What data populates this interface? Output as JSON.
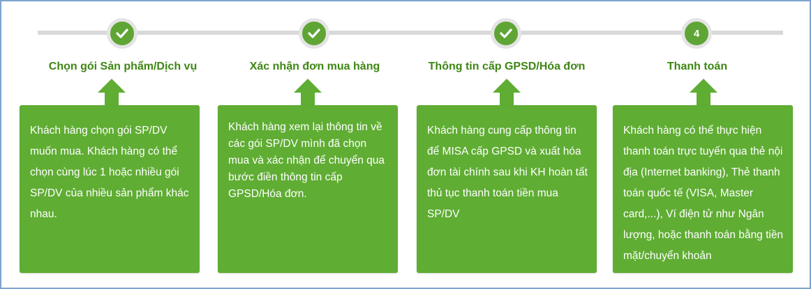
{
  "colors": {
    "accent": "#5fad33",
    "title_green": "#3e8614",
    "track": "#d9d9d9",
    "frame_border": "#7ea3cf"
  },
  "steps": [
    {
      "indicator": "check-icon",
      "title": "Chọn gói Sản phẩm/Dịch vụ",
      "description": "Khách hàng chọn gói SP/DV muốn mua. Khách hàng có thể chọn cùng lúc 1 hoặc nhiều gói SP/DV của nhiều sản phẩm khác nhau."
    },
    {
      "indicator": "check-icon",
      "title": "Xác nhận đơn mua hàng",
      "description": "Khách hàng xem lại thông tin về các gói SP/DV mình đã chọn mua và xác nhận để chuyển qua bước điền thông tin cấp GPSD/Hóa đơn."
    },
    {
      "indicator": "check-icon",
      "title": "Thông tin cấp GPSD/Hóa đơn",
      "description": "Khách hàng cung cấp thông tin để MISA cấp GPSD và xuất hóa đơn tài chính sau khi KH hoàn tất thủ tục thanh toán tiền mua SP/DV"
    },
    {
      "indicator_number": "4",
      "title": "Thanh toán",
      "description": "Khách hàng có thể thực hiện thanh toán trực tuyến qua thẻ nội địa (Internet banking), Thẻ thanh toán quốc tế (VISA, Master card,...), Ví điện tử như Ngân lượng, hoặc thanh toán bằng tiền mặt/chuyển khoản"
    }
  ]
}
